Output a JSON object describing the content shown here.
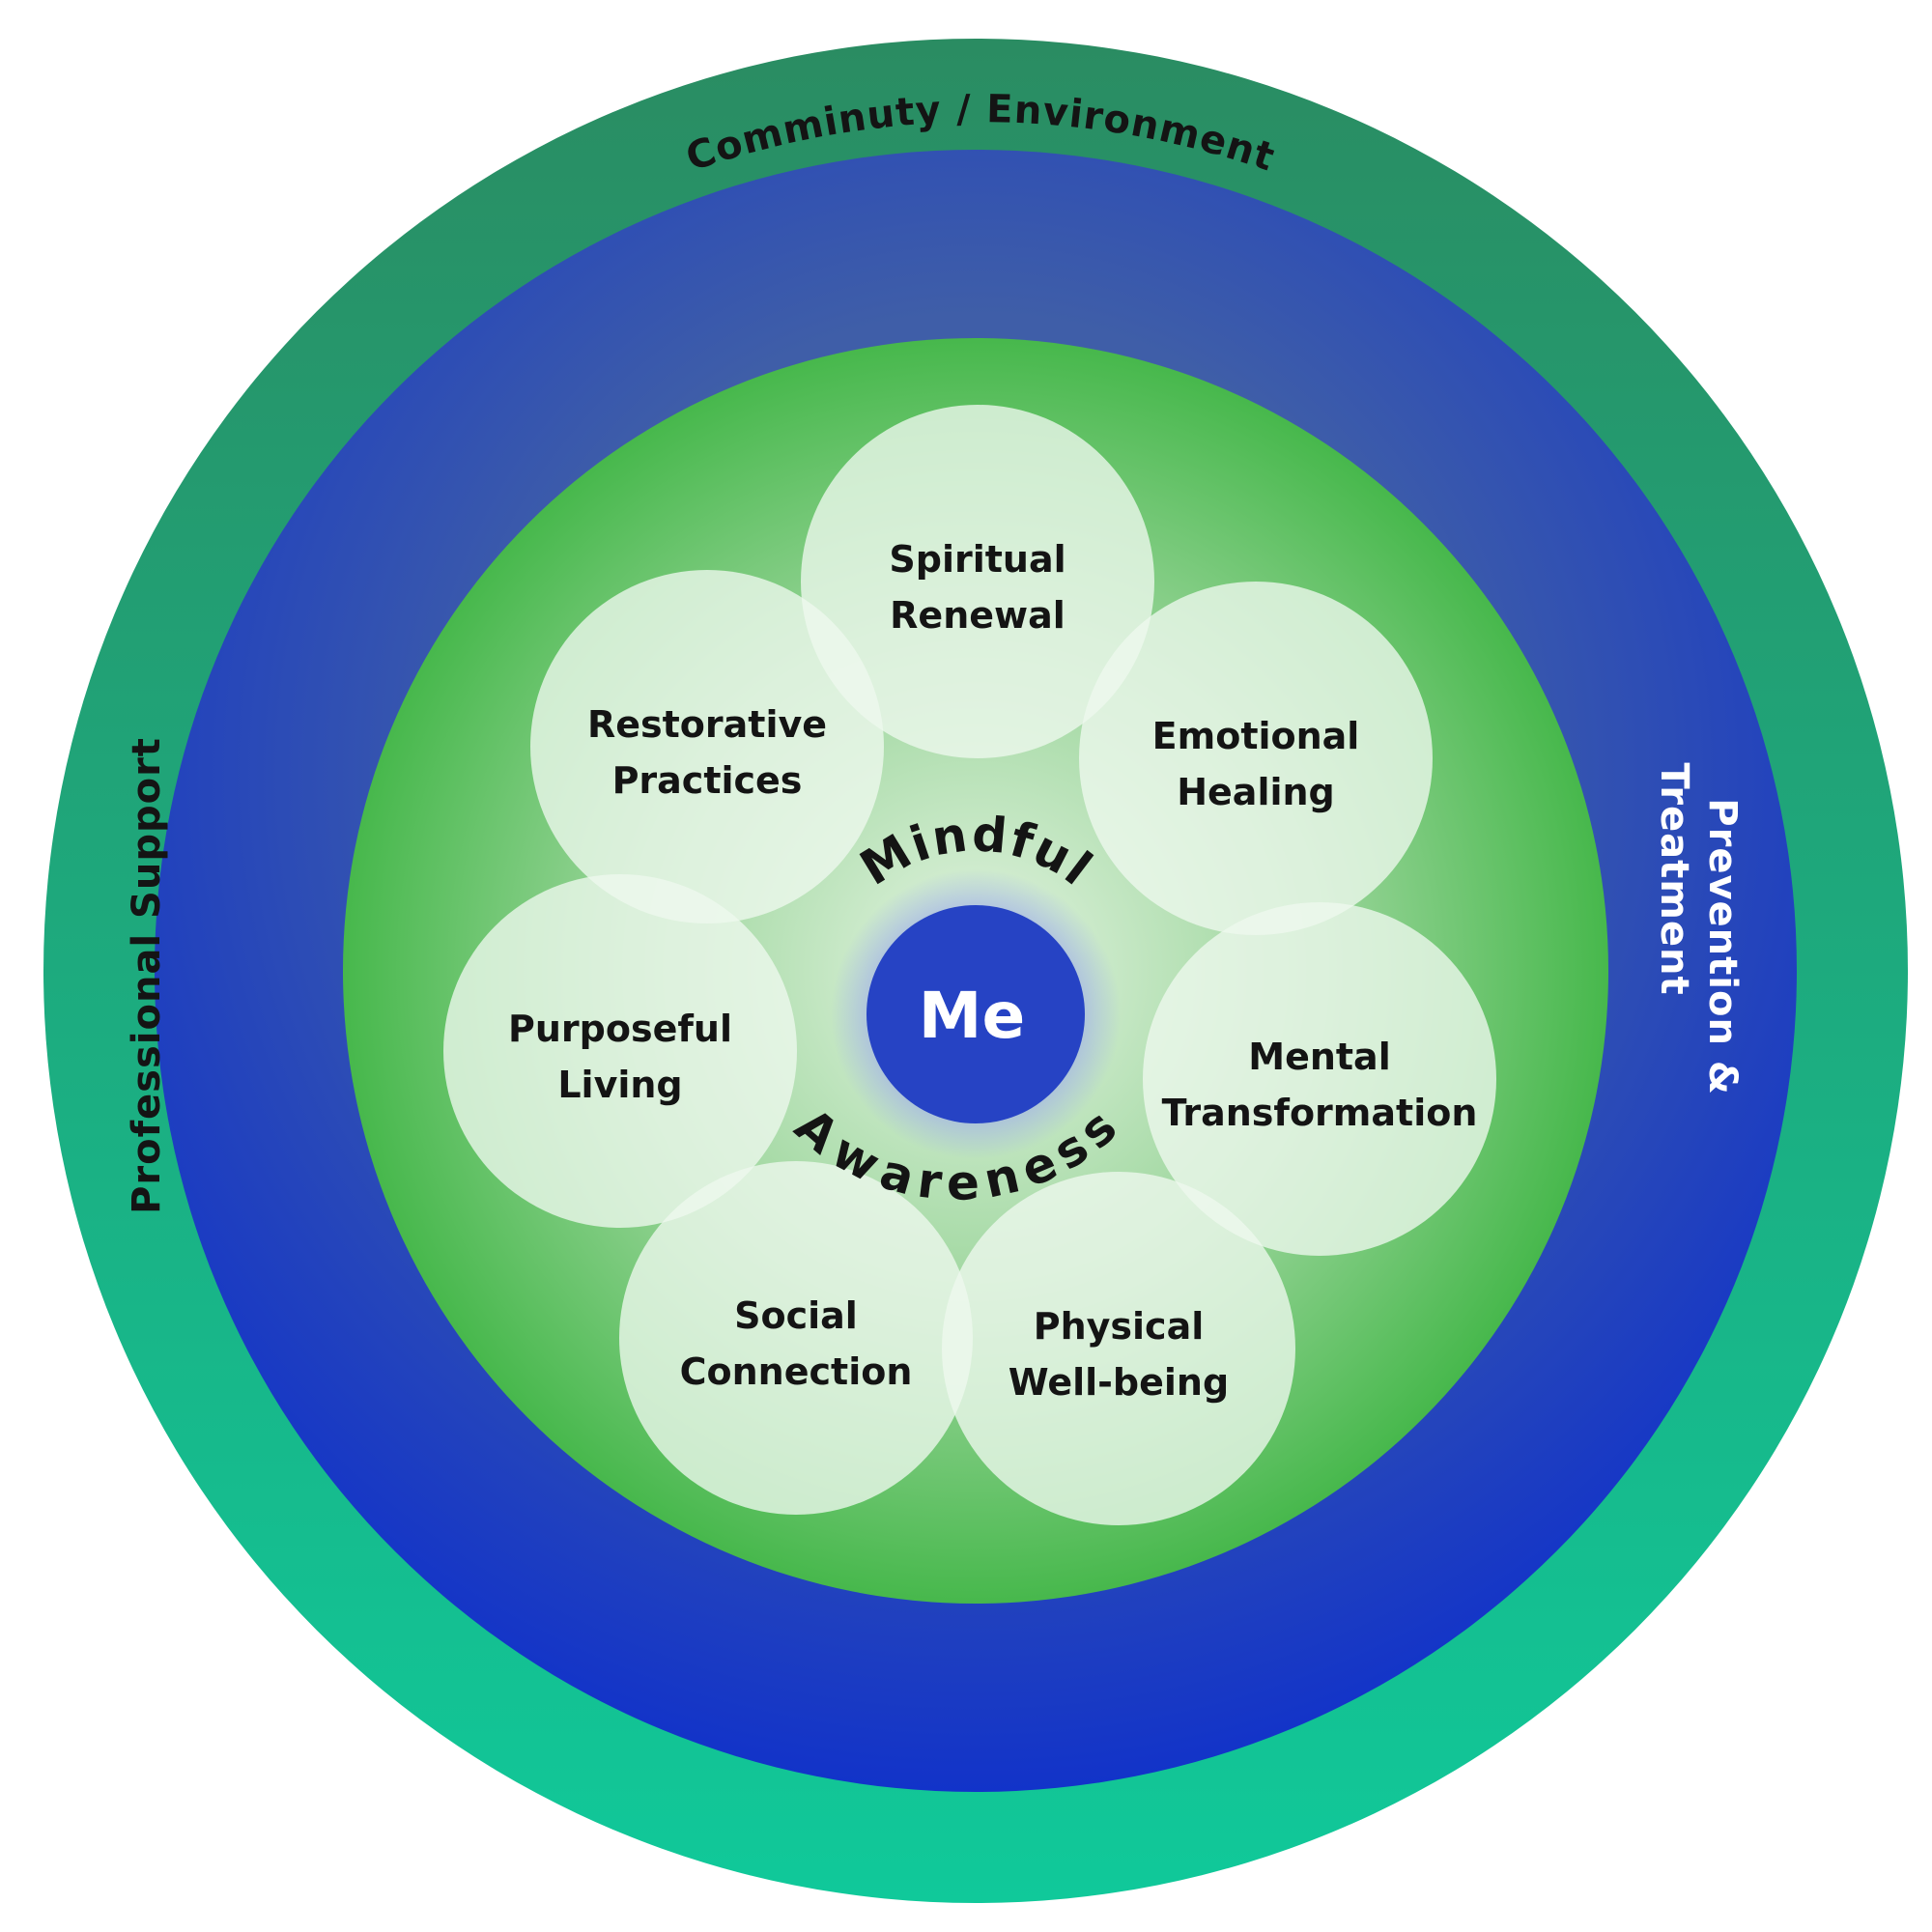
{
  "rings": {
    "outer_top_label": "Comminuty / Environment",
    "left_label": "Professional Support",
    "right_label_line1": "Prevention &",
    "right_label_line2": "Treatment"
  },
  "center": {
    "label": "Me",
    "arc_top": "Mindful",
    "arc_bottom": "Awareness"
  },
  "bubbles": [
    {
      "line1": "Spiritual",
      "line2": "Renewal"
    },
    {
      "line1": "Emotional",
      "line2": "Healing"
    },
    {
      "line1": "Mental",
      "line2": "Transformation"
    },
    {
      "line1": "Physical",
      "line2": "Well-being"
    },
    {
      "line1": "Social",
      "line2": "Connection"
    },
    {
      "line1": "Purposeful",
      "line2": "Living"
    },
    {
      "line1": "Restorative",
      "line2": "Practices"
    }
  ],
  "colors": {
    "outer_ring_top": "#2a8c62",
    "outer_ring_bottom": "#10c99a",
    "blue_ring_edge": "#1233c9",
    "blue_ring_light": "#3f5ea8",
    "green_disc_edge": "#47b84c",
    "green_disc_center": "#e4f4e2",
    "bubble_fill": "#eef8ee",
    "center_disc": "#2643c4",
    "center_glow": "#9fb0e6",
    "dark_text": "#141414",
    "light_text": "#ffffff"
  }
}
